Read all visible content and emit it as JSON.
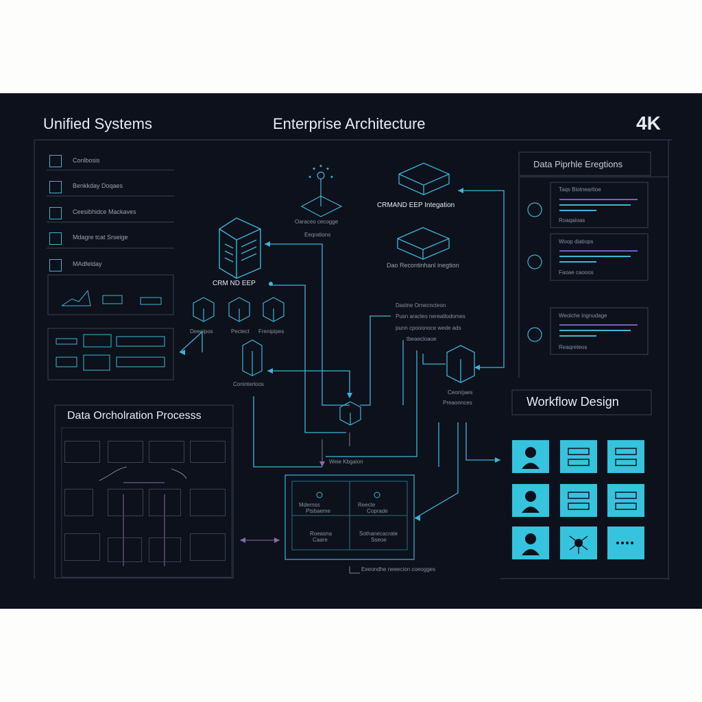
{
  "header": {
    "left_title": "Unified Systems",
    "center_title": "Enterprise Architecture",
    "badge": "4K"
  },
  "left_list": {
    "items": [
      {
        "label": "Conlbosis",
        "icon": "upload-icon"
      },
      {
        "label": "Benkkday Doqaes",
        "icon": "chart-icon"
      },
      {
        "label": "Ceesibhidce Mackaves",
        "icon": "building-icon"
      },
      {
        "label": "Mdagre tcat Srseige",
        "icon": "users-icon"
      },
      {
        "label": "MAdfelday",
        "icon": "bar-chart-icon"
      }
    ]
  },
  "center": {
    "top_node_caption1": "Oaraceo cecogge",
    "top_node_caption2": "Eeqrations",
    "server_label": "CRM ND EEP",
    "cube_labels": [
      "Deeaipos",
      "Pectect",
      "Frenipipes"
    ],
    "mini_server_label": "Coninterloos",
    "crm_node_label": "CRMAND EEP Integation",
    "data_node_label": "Dao Recontinhanl inegtion",
    "note_lines": [
      "Dastne Ornecncteon",
      "Pusn aracleo nereatlodomes",
      "punn cpooonoce wede ads",
      "tbeaecloaoe"
    ],
    "server3_label1": "Ceonrjaes",
    "server3_label2": "Preaonnces",
    "hub_label": "Weie Kbgaion",
    "bottom_caption": "Eeeondhe neeecion coeogges",
    "grid_cells": [
      {
        "label1": "Mdernss",
        "label2": "Ptsbaeme"
      },
      {
        "label1": "Reecte",
        "label2": "Coprade"
      },
      {
        "label1": "Roeasna",
        "label2": "Caare"
      },
      {
        "label1": "Sothanecacrate",
        "label2": "Sseoe"
      }
    ]
  },
  "orchestration": {
    "title": "Data Orcholration Processs"
  },
  "pipeline": {
    "title": "Data Piprhle Eregtions",
    "cards": [
      {
        "title": "Taqs Biotneartioe",
        "footer": "Roaqaioas"
      },
      {
        "title": "Woop diatiops",
        "footer": "Faoae caooos"
      },
      {
        "title": "Weolche ingnudage",
        "footer": "Reaqreteos"
      }
    ]
  },
  "workflow": {
    "title": "Workflow Design",
    "tiles": [
      "user-icon",
      "form-icon",
      "form-icon",
      "user-icon",
      "form-icon",
      "form-icon",
      "user-icon",
      "network-icon",
      "dots-icon"
    ]
  },
  "colors": {
    "background": "#0c111b",
    "accent": "#35c3dd",
    "line": "#3fb6d6",
    "muted": "#3a4354"
  }
}
